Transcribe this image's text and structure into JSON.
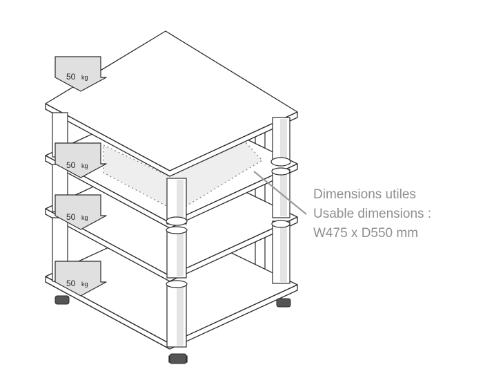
{
  "load_badges": [
    {
      "value": "50",
      "unit": "kg"
    },
    {
      "value": "50",
      "unit": "kg"
    },
    {
      "value": "50",
      "unit": "kg"
    },
    {
      "value": "50",
      "unit": "kg"
    }
  ],
  "caption": {
    "line_fr": "Dimensions utiles",
    "line_en": "Usable dimensions :",
    "size": "W475 x D550 mm"
  }
}
